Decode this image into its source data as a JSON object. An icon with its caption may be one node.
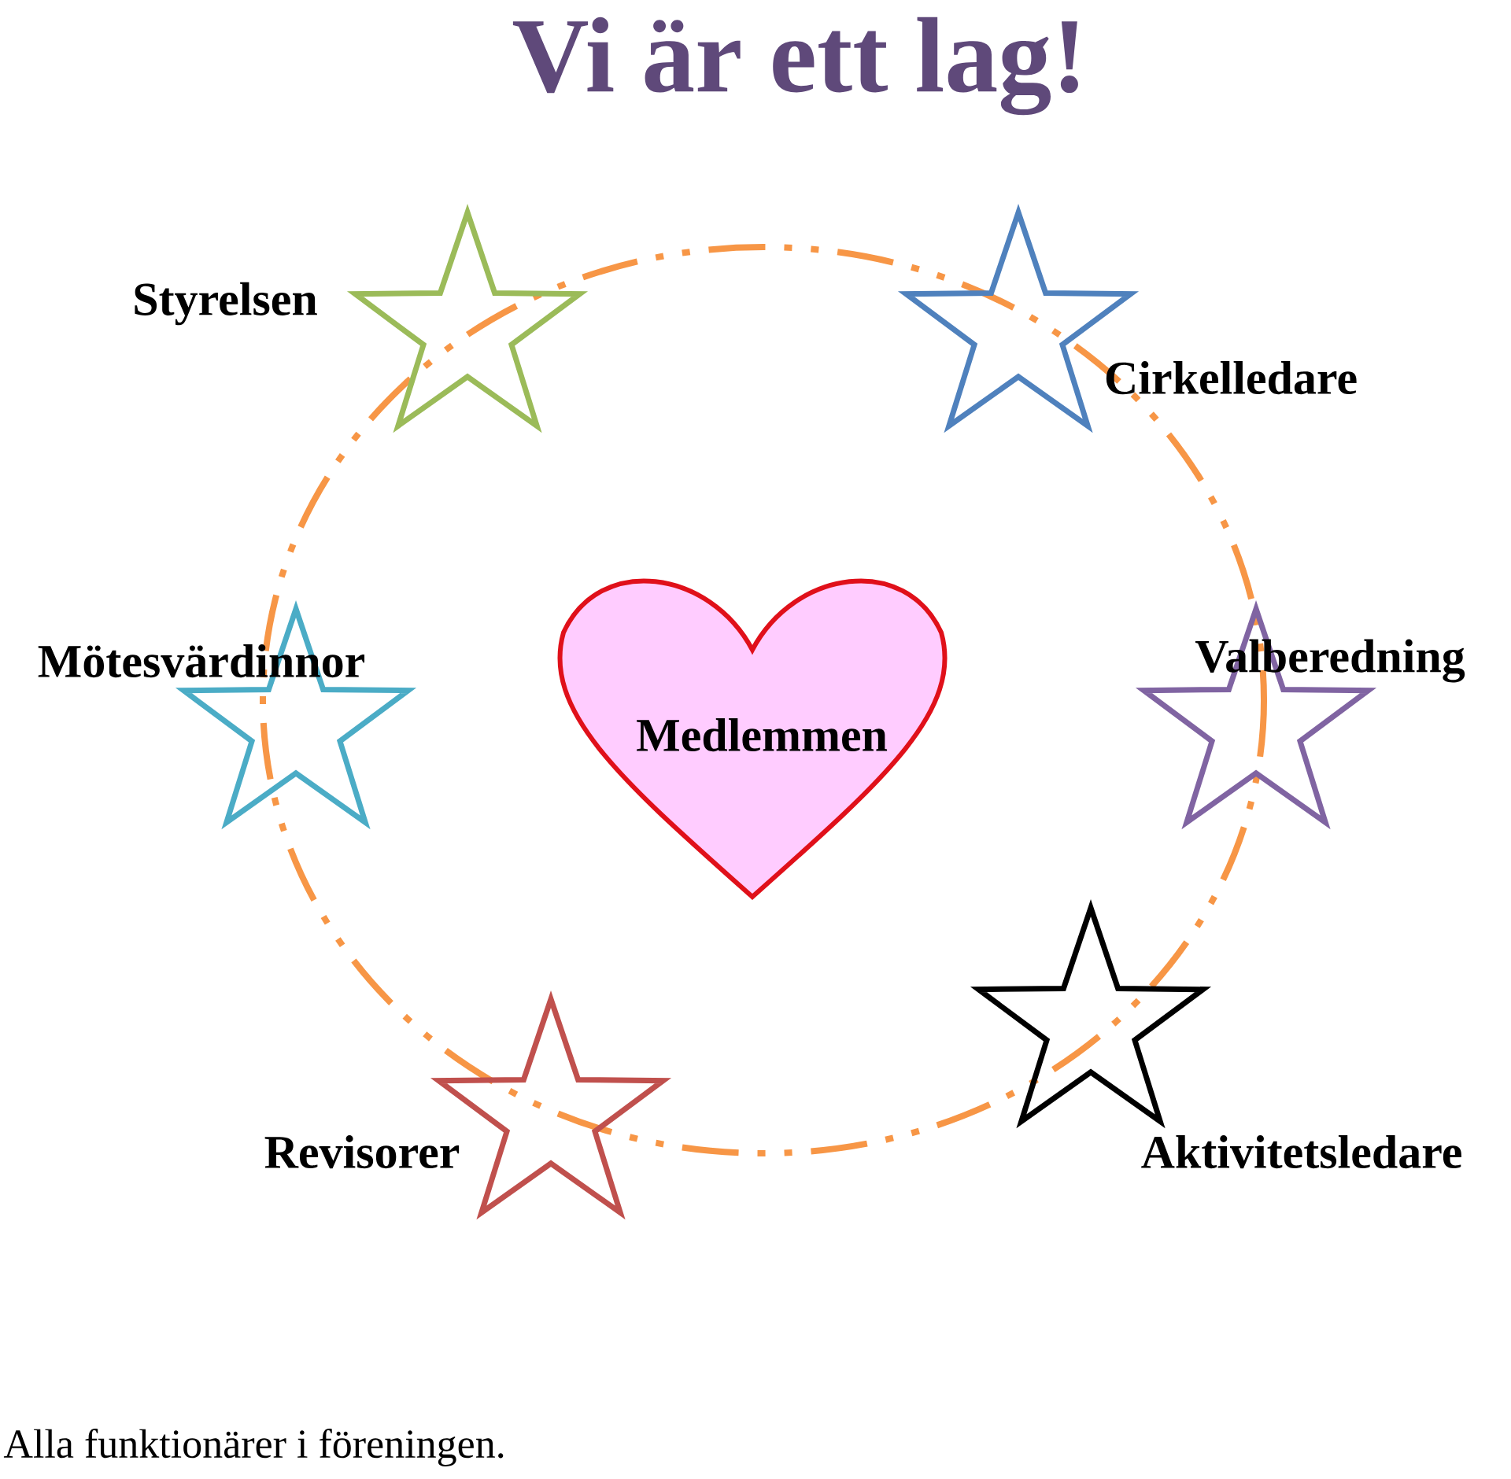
{
  "diagram": {
    "title": "Vi är ett lag!",
    "caption": "Alla funktionärer i föreningen.",
    "nodes": [
      {
        "text": [],
        "shape": "star",
        "beside": [
          "Styrelsen"
        ]
      },
      {
        "text": [],
        "shape": "star",
        "beside": [
          "Cirkelledare"
        ]
      },
      {
        "text": [],
        "shape": "star",
        "beside": [
          "Mötesvärdinnor"
        ]
      },
      {
        "text": [
          "Medlemmen"
        ]
      },
      {
        "text": [],
        "shape": "star",
        "beside": [
          "Valberedning"
        ]
      },
      {
        "text": [],
        "shape": "star",
        "beside": [
          "Revisorer"
        ]
      },
      {
        "text": [],
        "shape": "star",
        "beside": [
          "Aktivitetsledare"
        ]
      }
    ],
    "edges": []
  }
}
